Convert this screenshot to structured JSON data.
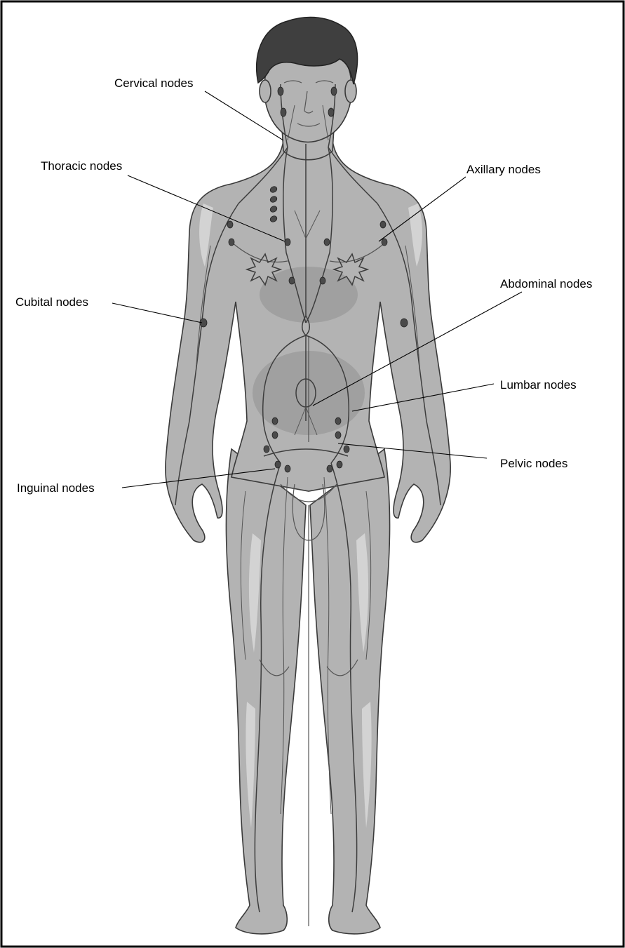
{
  "labels": {
    "cervical": "Cervical nodes",
    "thoracic": "Thoracic nodes",
    "axillary": "Axillary nodes",
    "abdominal": "Abdominal nodes",
    "cubital": "Cubital nodes",
    "lumbar": "Lumbar nodes",
    "pelvic": "Pelvic nodes",
    "inguinal": "Inguinal nodes"
  },
  "colors": {
    "border": "#000000",
    "body": "#b3b3b3",
    "hair": "#3f3f3f",
    "vessel": "#3d3d3d"
  }
}
